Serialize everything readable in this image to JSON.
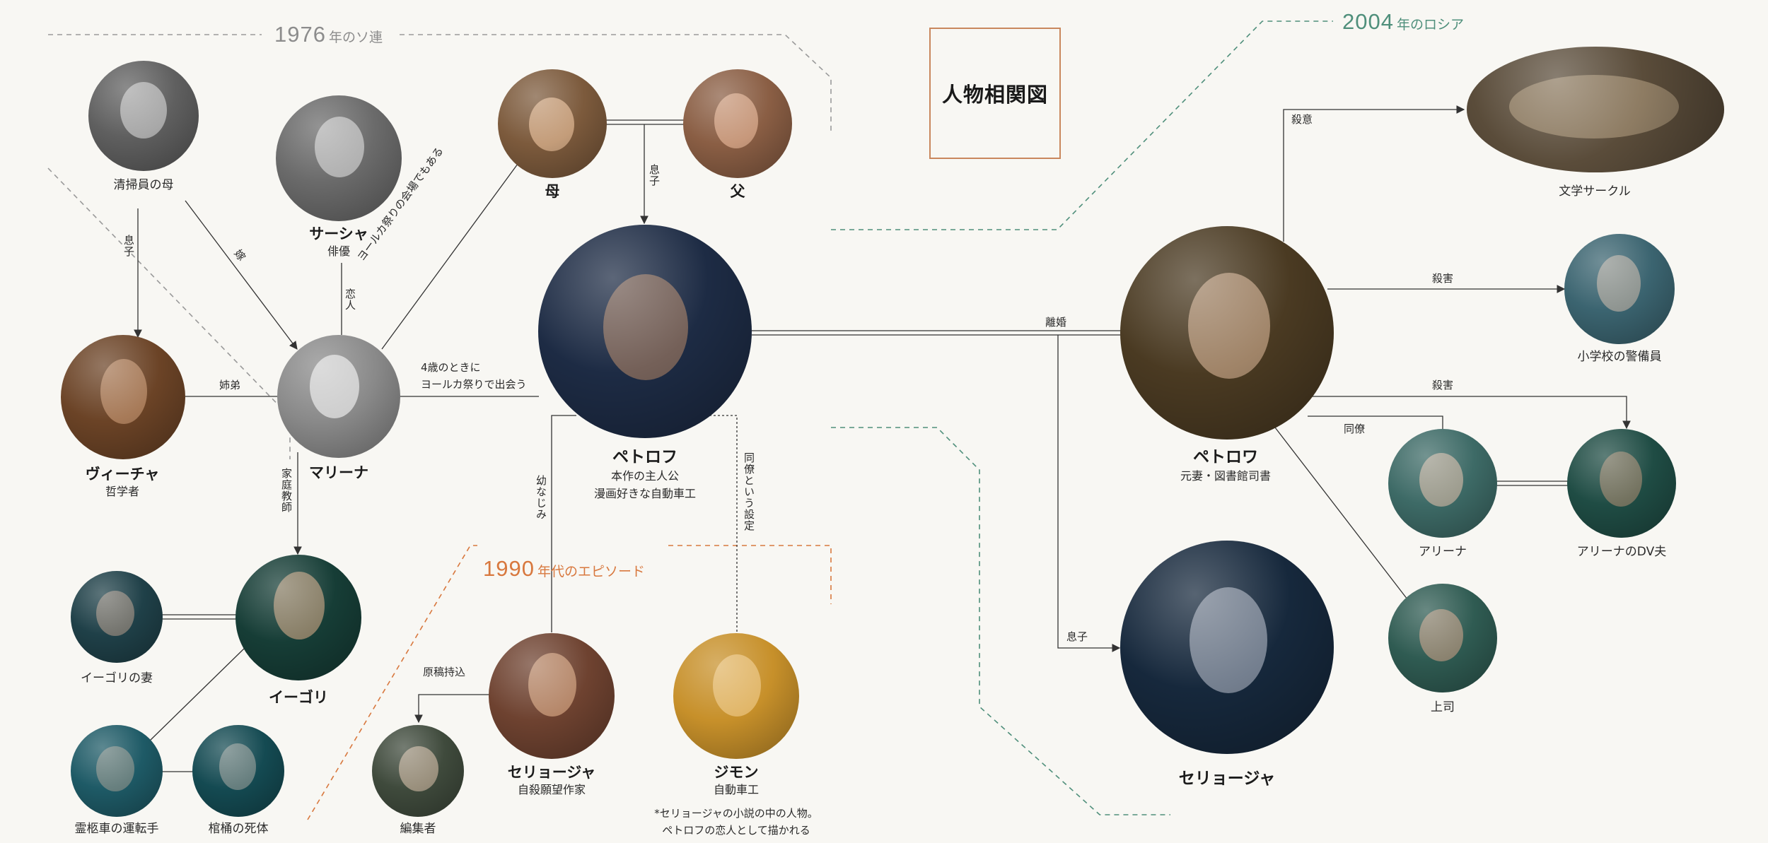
{
  "title": "人物相関図",
  "eras": [
    {
      "year": "1976",
      "suffix": "年のソ連",
      "color": "#8c8c8c"
    },
    {
      "year": "2004",
      "suffix": "年のロシア",
      "color": "#4f8f7b"
    },
    {
      "year": "1990",
      "suffix": "年代のエピソード",
      "color": "#d8783e"
    }
  ],
  "characters": {
    "cleaner_mother": {
      "name": "清掃員の母"
    },
    "sasha": {
      "name": "サーシャ",
      "role": "俳優"
    },
    "mother": {
      "name": "母"
    },
    "father": {
      "name": "父"
    },
    "vicha": {
      "name": "ヴィーチャ",
      "role": "哲学者"
    },
    "marina": {
      "name": "マリーナ"
    },
    "petrov": {
      "name": "ペトロフ",
      "role1": "本作の主人公",
      "role2": "漫画好きな自動車工"
    },
    "igor_wife": {
      "name": "イーゴリの妻"
    },
    "igor": {
      "name": "イーゴリ"
    },
    "hearse_driver": {
      "name": "霊柩車の運転手"
    },
    "coffin_body": {
      "name": "棺桶の死体"
    },
    "editor": {
      "name": "編集者"
    },
    "seryozha_writer": {
      "name": "セリョージャ",
      "role": "自殺願望作家"
    },
    "simon": {
      "name": "ジモン",
      "role": "自動車工"
    },
    "petrova": {
      "name": "ペトロワ",
      "role": "元妻・図書館司書"
    },
    "lit_circle": {
      "name": "文学サークル"
    },
    "guard": {
      "name": "小学校の警備員"
    },
    "alina": {
      "name": "アリーナ"
    },
    "alina_husband": {
      "name": "アリーナのDV夫"
    },
    "boss": {
      "name": "上司"
    },
    "seryozha_son": {
      "name": "セリョージャ"
    }
  },
  "relations": {
    "musuko_cleaner": "息子",
    "daughter_in_law": "嫁",
    "lovers": "恋人",
    "yolka_host": "ヨールカ祭りの会場でもある",
    "musuko_parents": "息子",
    "siblings": "姉弟",
    "met_line1": "4歳のときに",
    "met_line2": "ヨールカ祭りで出会う",
    "tutor": "家庭教師",
    "childhood": "幼なじみ",
    "coworker_setting": "同僚という設定",
    "manuscript": "原稿持込",
    "divorce": "離婚",
    "murder_intent": "殺意",
    "killed_guard": "殺害",
    "killed_husband": "殺害",
    "coworker": "同僚",
    "son": "息子"
  },
  "simon_note": {
    "line1": "*セリョージャの小説の中の人物。",
    "line2": "ペトロフの恋人として描かれる"
  }
}
